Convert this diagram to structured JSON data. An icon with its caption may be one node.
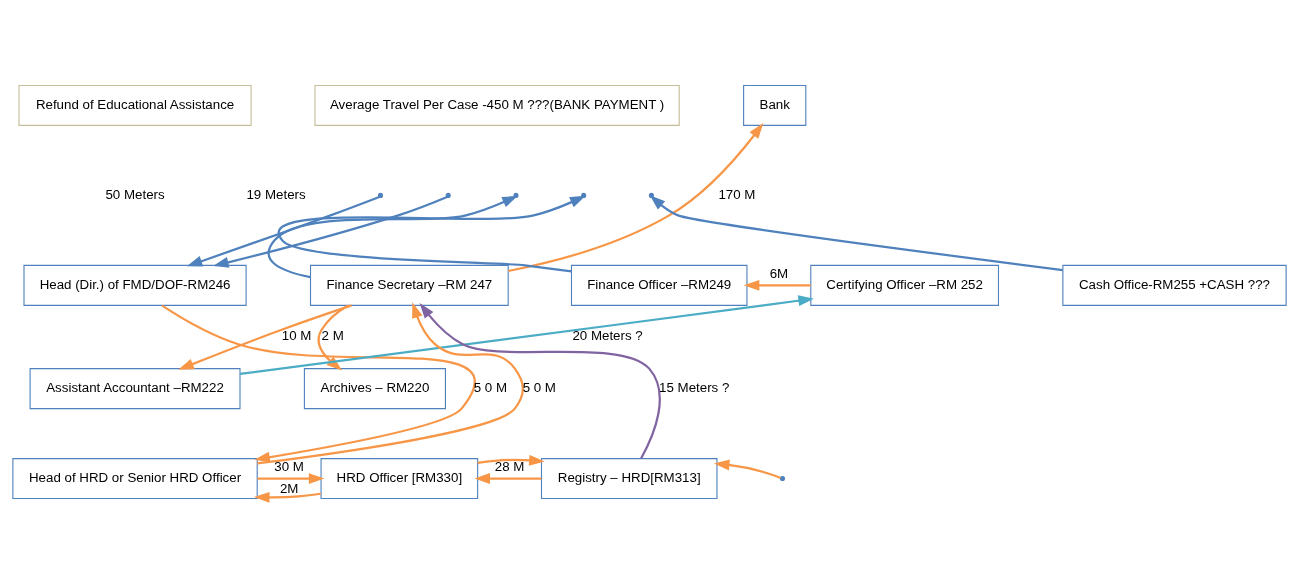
{
  "diagram": {
    "nodes": [
      {
        "text": [
          "Refund of Educational Assistance"
        ]
      },
      {
        "text": [
          "Average Travel Per Case -450 M ???(BANK PAYMENT )"
        ]
      },
      {
        "text": [
          "Bank"
        ]
      },
      {
        "text": [
          "Head (Dir.) of FMD/DOF-RM246"
        ]
      },
      {
        "text": [
          "Finance Secretary –RM 247"
        ]
      },
      {
        "text": [
          "Finance Officer –RM249"
        ]
      },
      {
        "text": [
          "Certifying Officer –RM 252"
        ]
      },
      {
        "text": [
          "Cash Office-RM255 +CASH ???"
        ]
      },
      {
        "text": [
          "Assistant Accountant –RM222"
        ]
      },
      {
        "text": [
          "Archives – RM220"
        ]
      },
      {
        "text": [
          "Head of HRD or Senior HRD Officer"
        ]
      },
      {
        "text": [
          "HRD Officer [RM330]"
        ]
      },
      {
        "text": [
          "Registry – HRD[RM313]"
        ]
      }
    ],
    "edges": [
      {
        "from": 4,
        "to": 2,
        "arrow": "to",
        "label": "170 M"
      },
      {
        "from": 4,
        "to": 9,
        "arrow": "to",
        "label": "2 M"
      },
      {
        "from": 3,
        "to": 10,
        "arrow": "to",
        "label": "5 0 M"
      },
      {
        "from": 10,
        "to": 4,
        "arrow": "to",
        "label": "5 0 M"
      },
      {
        "from": 4,
        "to": 8,
        "arrow": "to",
        "label": "10 M"
      },
      {
        "from": 6,
        "to": 5,
        "arrow": "to",
        "label": "6M"
      },
      {
        "from": 8,
        "to": 6,
        "arrow": "to",
        "label": "20 Meters ?",
        "color": "#4bacc6"
      },
      {
        "from": 12,
        "to": 4,
        "arrow": "to",
        "label": "15 Meters ?",
        "color": "#8064a2"
      },
      {
        "from": 10,
        "to": 11,
        "arrow": "to",
        "label": "30 M"
      },
      {
        "from": 11,
        "to": 12,
        "arrow": "to"
      },
      {
        "from": 11,
        "to": 10,
        "arrow": "to",
        "label": "2M"
      },
      {
        "from": 12,
        "to": 11,
        "arrow": "to",
        "label": "28 M"
      },
      {
        "from": null,
        "to": 12,
        "arrow": "to"
      },
      {
        "from": null,
        "to": 3,
        "arrow": "to",
        "color": "#4f81bd"
      },
      {
        "from": null,
        "to": 3,
        "arrow": "to",
        "color": "#4f81bd"
      },
      {
        "from": 4,
        "to": null,
        "arrow": "to",
        "color": "#4f81bd"
      },
      {
        "from": 5,
        "to": null,
        "arrow": "to",
        "color": "#4f81bd"
      },
      {
        "from": 7,
        "to": null,
        "arrow": "to",
        "color": "#4f81bd"
      }
    ],
    "labels": [
      "50 Meters",
      "19 Meters"
    ]
  }
}
